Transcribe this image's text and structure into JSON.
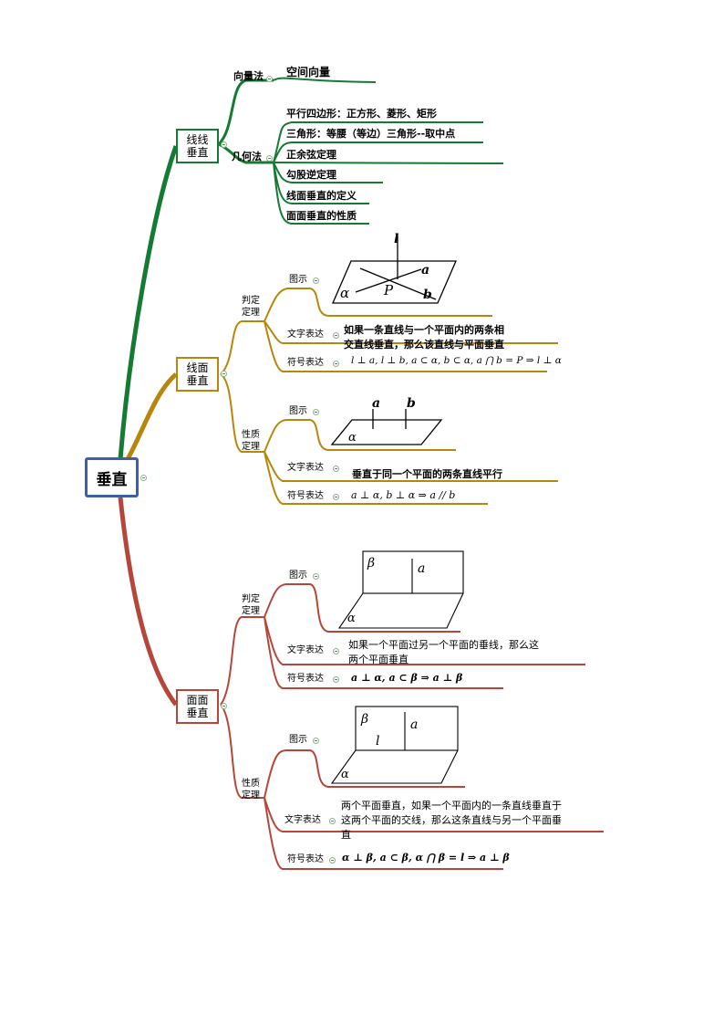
{
  "root": "垂直",
  "colors": {
    "green": "#157a32",
    "gold": "#b8860b",
    "red": "#b5473a",
    "root_border": "#3f5fa6"
  },
  "branch1": {
    "title_l1": "线线",
    "title_l2": "垂直",
    "vector": {
      "label": "向量法",
      "item": "空间向量"
    },
    "geometry": {
      "label": "几何法",
      "items": [
        "平行四边形：正方形、菱形、矩形",
        "三角形：等腰（等边）三角形--取中点",
        "正余弦定理",
        "勾股逆定理",
        "线面垂直的定义",
        "面面垂直的性质"
      ]
    }
  },
  "branch2": {
    "title_l1": "线面",
    "title_l2": "垂直",
    "judge": {
      "l1": "判定",
      "l2": "定理",
      "fig_label": "图示",
      "fig_letters": {
        "l": "l",
        "a": "a",
        "b": "b",
        "P": "P",
        "alpha": "α"
      },
      "text_label": "文字表达",
      "text_l1": "如果一条直线与一个平面内的两条相",
      "text_l2": "交直线垂直，那么该直线与平面垂直",
      "sym_label": "符号表达",
      "sym": "l ⊥ a, l ⊥ b, a ⊂ α, b ⊂ α, a ⋂ b = P ⇒ l ⊥ α"
    },
    "property": {
      "l1": "性质",
      "l2": "定理",
      "fig_label": "图示",
      "fig_letters": {
        "a": "a",
        "b": "b",
        "alpha": "α"
      },
      "text_label": "文字表达",
      "text": "垂直于同一个平面的两条直线平行",
      "sym_label": "符号表达",
      "sym": "a ⊥ α, b ⊥ α ⇒ a // b"
    }
  },
  "branch3": {
    "title_l1": "面面",
    "title_l2": "垂直",
    "judge": {
      "l1": "判定",
      "l2": "定理",
      "fig_label": "图示",
      "fig_letters": {
        "beta": "β",
        "a": "a",
        "alpha": "α"
      },
      "text_label": "文字表达",
      "text_l1": "如果一个平面过另一个平面的垂线，那么这",
      "text_l2": "两个平面垂直",
      "sym_label": "符号表达",
      "sym": "a ⊥ α,  a ⊂ β ⇒ a ⊥ β"
    },
    "property": {
      "l1": "性质",
      "l2": "定理",
      "fig_label": "图示",
      "fig_letters": {
        "beta": "β",
        "l": "l",
        "a": "a",
        "alpha": "α"
      },
      "text_label": "文字表达",
      "text_l1": "两个平面垂直，如果一个平面内的一条直线垂直于",
      "text_l2": "这两个平面的交线，那么这条直线与另一个平面垂",
      "text_l3": "直",
      "sym_label": "符号表达",
      "sym": "α ⊥ β, a ⊂ β, α ⋂ β = l ⇒ a ⊥ β"
    }
  }
}
